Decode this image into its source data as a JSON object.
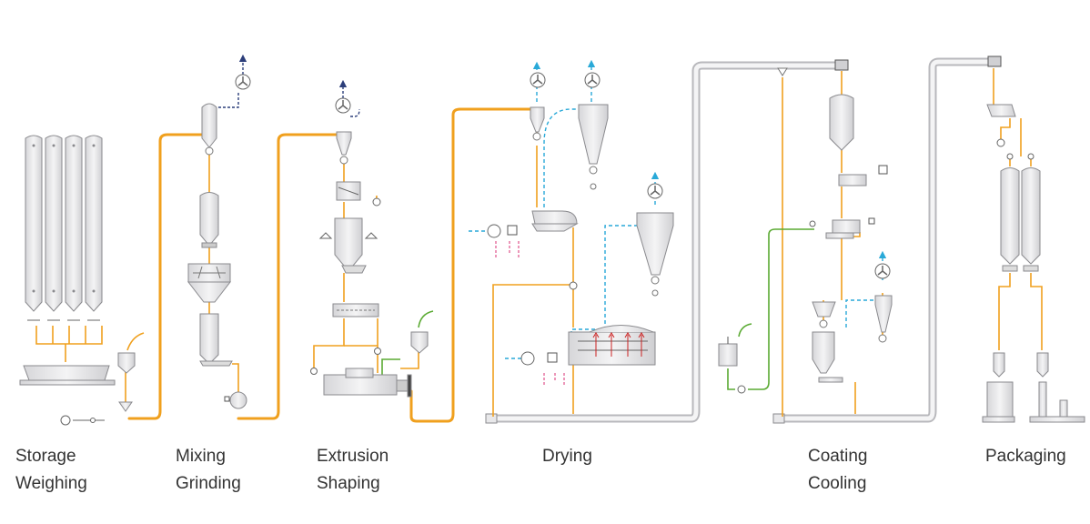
{
  "colors": {
    "product_flow": "#f0a01e",
    "air_flow": "#29a9d8",
    "liquid_flow": "#5aaa32",
    "steam_flow": "#e0508a",
    "vacuum_flow": "#2c3e7a",
    "equipment_fill": "#e8e8ea",
    "equipment_stroke": "#8a8a8e",
    "conveyor_fill": "#ededee",
    "label_text": "#333333"
  },
  "stages": [
    {
      "id": "storage",
      "lines": [
        "Storage",
        "Weighing"
      ]
    },
    {
      "id": "mixing",
      "lines": [
        "Mixing",
        "Grinding"
      ]
    },
    {
      "id": "extrusion",
      "lines": [
        "Extrusion",
        "Shaping"
      ]
    },
    {
      "id": "drying",
      "lines": [
        "Drying"
      ]
    },
    {
      "id": "coating",
      "lines": [
        "Coating",
        "Cooling"
      ]
    },
    {
      "id": "packaging",
      "lines": [
        "Packaging"
      ]
    }
  ],
  "icons": {
    "fan": "fan-icon",
    "valve": "rotary-valve-icon",
    "silo": "silo-icon",
    "cyclone": "cyclone-icon"
  }
}
